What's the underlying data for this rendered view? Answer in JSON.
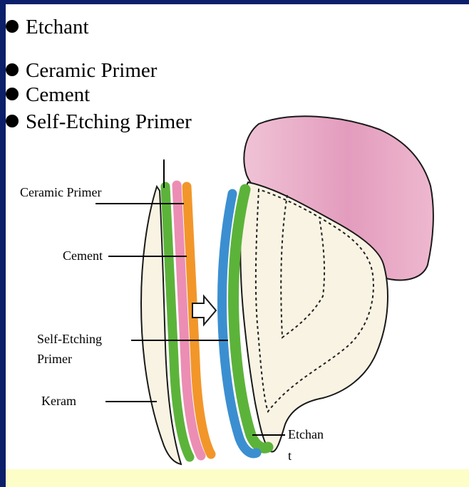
{
  "legend": [
    {
      "label": "Etchant"
    },
    {
      "label": "Ceramic Primer"
    },
    {
      "label": "Cement"
    },
    {
      "label": "Self-Etching Primer"
    }
  ],
  "labels": {
    "ceramic_primer": "Ceramic Primer",
    "cement": "Cement",
    "self_etching_1": "Self-Etching",
    "self_etching_2": "Primer",
    "keram": "Keram",
    "etchant_1": "Etchan",
    "etchant_2": "t"
  },
  "colors": {
    "tooth_fill": "#f9f3e3",
    "gum_pink": "#e8a9c6",
    "green_layer": "#5cb33a",
    "pink_layer": "#ec8db4",
    "orange_layer": "#f2962a",
    "blue_layer": "#3b8fd0",
    "background": "#ffffff",
    "frame": "#0b1f6b",
    "bottom_strip": "#fdfdc8"
  },
  "icons": [
    "bullet-dot",
    "arrow-right-outline-icon"
  ]
}
